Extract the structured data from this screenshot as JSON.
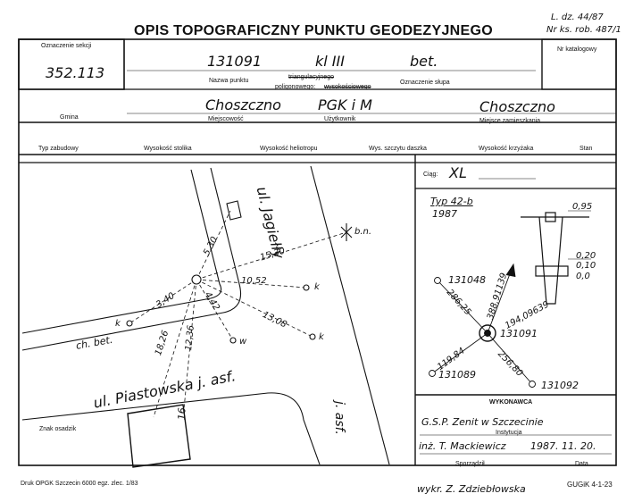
{
  "header": {
    "title": "OPIS TOPOGRAFICZNY PUNKTU GEODEZYJNEGO",
    "ref_ldz": "L. dz. 44/87",
    "ref_nr": "Nr ks. rob. 487/1"
  },
  "section": {
    "label": "Oznaczenie sekcji",
    "value": "352.113"
  },
  "catalog": {
    "label": "Nr katalogowy"
  },
  "point": {
    "name_value": "131091",
    "class_value": "kl III",
    "post_value": "bet.",
    "name_label": "Nazwa punktu",
    "triang_label": "triangulacyjnego",
    "polygon_label": "poligonowego:",
    "height_label": "wysokościowego",
    "post_label": "Oznaczenie słupa"
  },
  "location": {
    "gmina_label": "Gmina",
    "gmina_value": "Choszczno",
    "miejscowosc_label": "Miejscowość",
    "owner_value": "PGK i M",
    "owner_label": "Użytkownik",
    "residence_value": "Choszczno",
    "residence_label": "Miejsce zamieszkania"
  },
  "columns": [
    "Typ zabudowy",
    "Wysokość stolika",
    "Wysokość heliotropu",
    "Wys. szczytu daszka",
    "Wysokość krzyżaka",
    "Stan"
  ],
  "sketch": {
    "street_jagielly": "ul. Jagiełły",
    "street_piastowska": "ul. Piastowska j. asf.",
    "road_asf": "j. asf.",
    "sidewalk": "ch. bet.",
    "bn_label": "b.n.",
    "k_label": "k",
    "w_label": "w",
    "d_530": "5,30",
    "d_1530": "15,30",
    "d_1052": "10,52",
    "d_1308": "13,08",
    "d_340": "3,40",
    "d_442": "4,42",
    "d_1826": "18,26",
    "d_1236": "12,36",
    "bld_16": "16",
    "marker_label": "Znak osadzik"
  },
  "marker": {
    "ciag_label": "Ciąg:",
    "ciag_value": "XL",
    "type": "Typ 42-b",
    "year": "1987",
    "d_095": "0,95",
    "d_020": "0,20",
    "d_010": "0,10",
    "d_00": "0,0"
  },
  "azimuth": {
    "center": "131091",
    "nw": "131048",
    "sw": "131089",
    "se": "131092",
    "d_nw": "286,25",
    "d_n": "388,91139",
    "d_ne": "194,09639",
    "d_sw": "119,84",
    "d_se": "256,80"
  },
  "execution": {
    "header": "WYKONAWCA",
    "company": "G.S.P. Zenit w Szczecinie",
    "inst_label": "Instytucja",
    "author": "inż. T. Mackiewicz",
    "date": "1987. 11. 20.",
    "author_label": "Sporządził",
    "date_label": "Data"
  },
  "footer": {
    "print": "Druk OPGK Szczecin 6000 egz. zlec. 1/83",
    "drawn": "wykr. Z. Zdziebłowska",
    "code": "GUGiK 4-1-23"
  }
}
